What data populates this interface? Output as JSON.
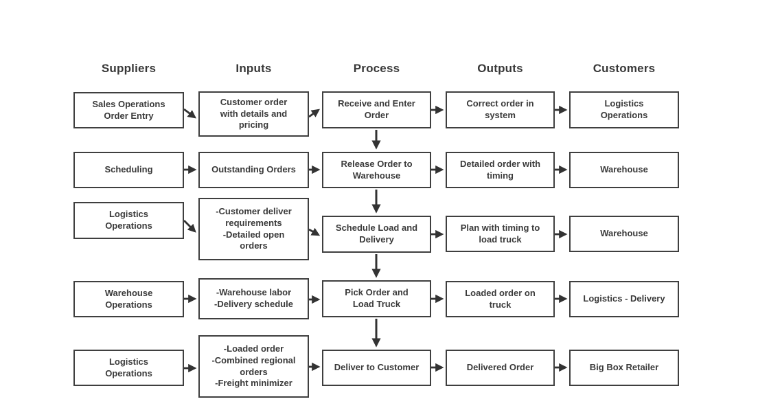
{
  "diagram": {
    "type": "SIPOC flow diagram",
    "colors": {
      "background": "#ffffff",
      "box_border": "#3f3f3f",
      "text": "#3a3a3a",
      "arrow": "#333333"
    },
    "columns": [
      {
        "label": "Suppliers"
      },
      {
        "label": "Inputs"
      },
      {
        "label": "Process"
      },
      {
        "label": "Outputs"
      },
      {
        "label": "Customers"
      }
    ],
    "rows": [
      {
        "supplier": "Sales Operations\nOrder Entry",
        "input": "Customer order\nwith details and\npricing",
        "process": "Receive and Enter\nOrder",
        "output": "Correct order in\nsystem",
        "customer": "Logistics\nOperations"
      },
      {
        "supplier": "Scheduling",
        "input": "Outstanding Orders",
        "process": "Release Order to\nWarehouse",
        "output": "Detailed order with\ntiming",
        "customer": "Warehouse"
      },
      {
        "supplier": "Logistics\nOperations",
        "input": "-Customer deliver\nrequirements\n-Detailed open\norders",
        "process": "Schedule Load and\nDelivery",
        "output": "Plan with timing to\nload truck",
        "customer": "Warehouse"
      },
      {
        "supplier": "Warehouse\nOperations",
        "input": "-Warehouse labor\n-Delivery schedule",
        "process": "Pick Order and\nLoad Truck",
        "output": "Loaded order on\ntruck",
        "customer": "Logistics - Delivery"
      },
      {
        "supplier": "Logistics\nOperations",
        "input": "-Loaded order\n-Combined regional\norders\n-Freight minimizer",
        "process": "Deliver to Customer",
        "output": "Delivered Order",
        "customer": "Big Box Retailer"
      }
    ]
  }
}
